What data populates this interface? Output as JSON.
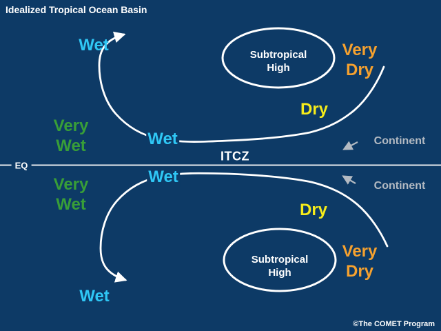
{
  "title": "Idealized Tropical Ocean Basin",
  "credit": "©The COMET Program",
  "colors": {
    "background": "#0d3a66",
    "white": "#ffffff",
    "wet": "#2fc7f5",
    "very_wet": "#389e38",
    "dry": "#f6ec1a",
    "very_dry": "#f5a12f",
    "continent_gray": "#b3bac2",
    "equator_line": "#e6eaee"
  },
  "equator": {
    "label": "EQ"
  },
  "itcz": {
    "label": "ITCZ"
  },
  "north": {
    "wet_aloft": "Wet",
    "wet_surface": "Wet",
    "very_wet": {
      "line1": "Very",
      "line2": "Wet"
    },
    "dry": "Dry",
    "very_dry": {
      "line1": "Very",
      "line2": "Dry"
    },
    "subtropical_high": {
      "line1": "Subtropical",
      "line2": "High"
    },
    "continent": "Continent"
  },
  "south": {
    "wet_aloft": "Wet",
    "wet_surface": "Wet",
    "very_wet": {
      "line1": "Very",
      "line2": "Wet"
    },
    "dry": "Dry",
    "very_dry": {
      "line1": "Very",
      "line2": "Dry"
    },
    "subtropical_high": {
      "line1": "Subtropical",
      "line2": "High"
    },
    "continent": "Continent"
  }
}
